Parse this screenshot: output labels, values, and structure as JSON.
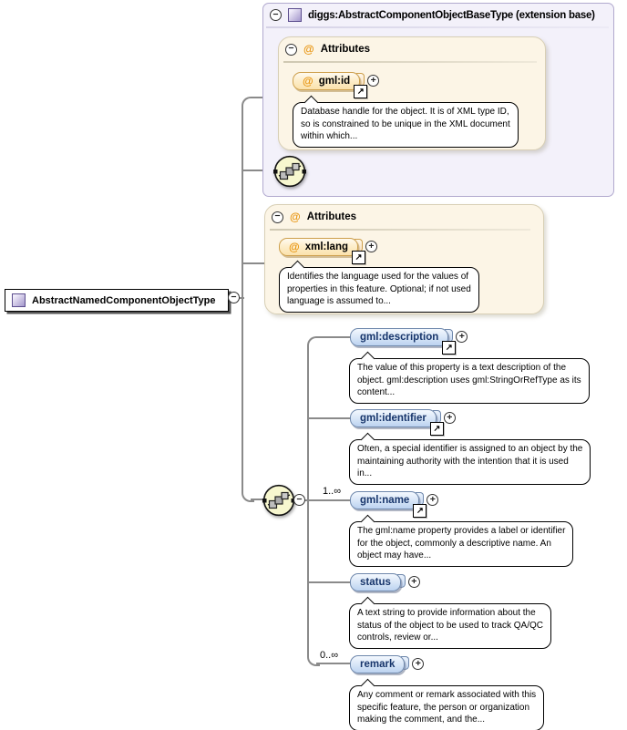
{
  "icons": {
    "collapse": "−",
    "expand": "+",
    "at": "@",
    "ref_arrow": "↗",
    "sequence": "sequence-compositor",
    "complex_type_square": "complex-type-icon"
  },
  "colors": {
    "element_border": "#6f88ac",
    "element_fill": "#bcd3f0",
    "element_text": "#17356b",
    "attribute_border": "#cd9f4c",
    "attribute_fill": "#fbe2ac",
    "attribute_at": "#e8940e",
    "extension_container_fill": "#f3f1fa",
    "extension_container_border": "#b1a9ce",
    "attr_group_fill": "#fcf5e6",
    "sequence_fill": "#f7f7cf",
    "connector": "#8a8a8a"
  },
  "root": {
    "label": "AbstractNamedComponentObjectType"
  },
  "base": {
    "title": "diggs:AbstractComponentObjectBaseType (extension base)",
    "attr_group_label": "Attributes",
    "attribute": {
      "name": "gml:id",
      "doc": "Database handle for the object. It is of XML type ID,\nso is constrained to be unique in the XML document\nwithin which..."
    }
  },
  "attr_group2": {
    "label": "Attributes",
    "attribute": {
      "name": "xml:lang",
      "doc": "Identifies the language used for the values of\nproperties in this feature. Optional; if not used\nlanguage is assumed to..."
    }
  },
  "content": {
    "elements": [
      {
        "label": "gml:description",
        "occurs": "",
        "ref": true,
        "doc": "The value of this property is a text description of the\nobject. gml:description uses gml:StringOrRefType as its\ncontent..."
      },
      {
        "label": "gml:identifier",
        "occurs": "",
        "ref": true,
        "doc": "Often, a special identifier is assigned to an object by the\nmaintaining authority with the intention that it is used\nin..."
      },
      {
        "label": "gml:name",
        "occurs": "1..∞",
        "ref": true,
        "doc": "The gml:name property provides a label or identifier\nfor the object, commonly a descriptive name. An\nobject may have..."
      },
      {
        "label": "status",
        "occurs": "",
        "ref": false,
        "doc": "A text string to provide information about the\nstatus of the object to be used to track QA/QC\ncontrols, review or..."
      },
      {
        "label": "remark",
        "occurs": "0..∞",
        "ref": false,
        "doc": "Any comment or remark associated with this\nspecific feature, the person or organization\nmaking the comment, and the..."
      }
    ]
  }
}
